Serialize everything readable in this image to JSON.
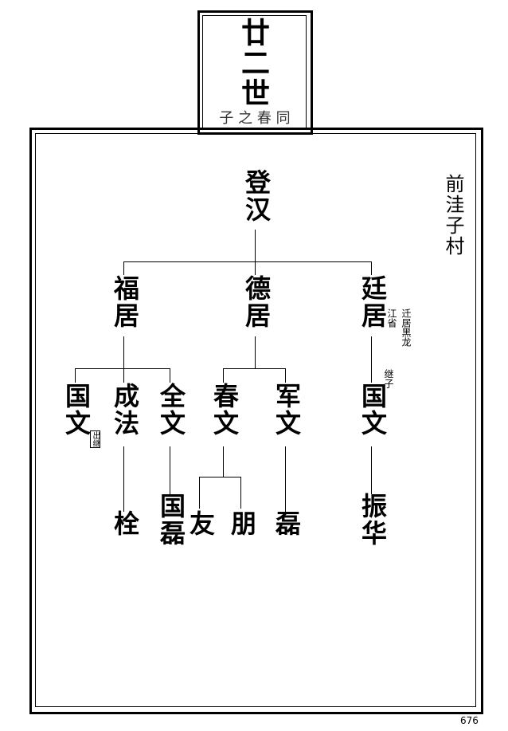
{
  "header": {
    "generation": "廿二世",
    "subtitle": "子 之 春 同"
  },
  "village": "前洼子村",
  "tree": {
    "root": "登汉",
    "gen2": [
      "福居",
      "德居",
      "廷居"
    ],
    "gen3": [
      "国文",
      "成法",
      "全文",
      "春文",
      "军文",
      "国文"
    ],
    "gen4": [
      "栓",
      "国磊",
      "友",
      "朋",
      "磊",
      "振华"
    ]
  },
  "notes": {
    "tingju_a": "迁居黑龙",
    "tingju_b": "江省",
    "heir": "继子",
    "guowen_note": "出继"
  },
  "page_number": "676"
}
